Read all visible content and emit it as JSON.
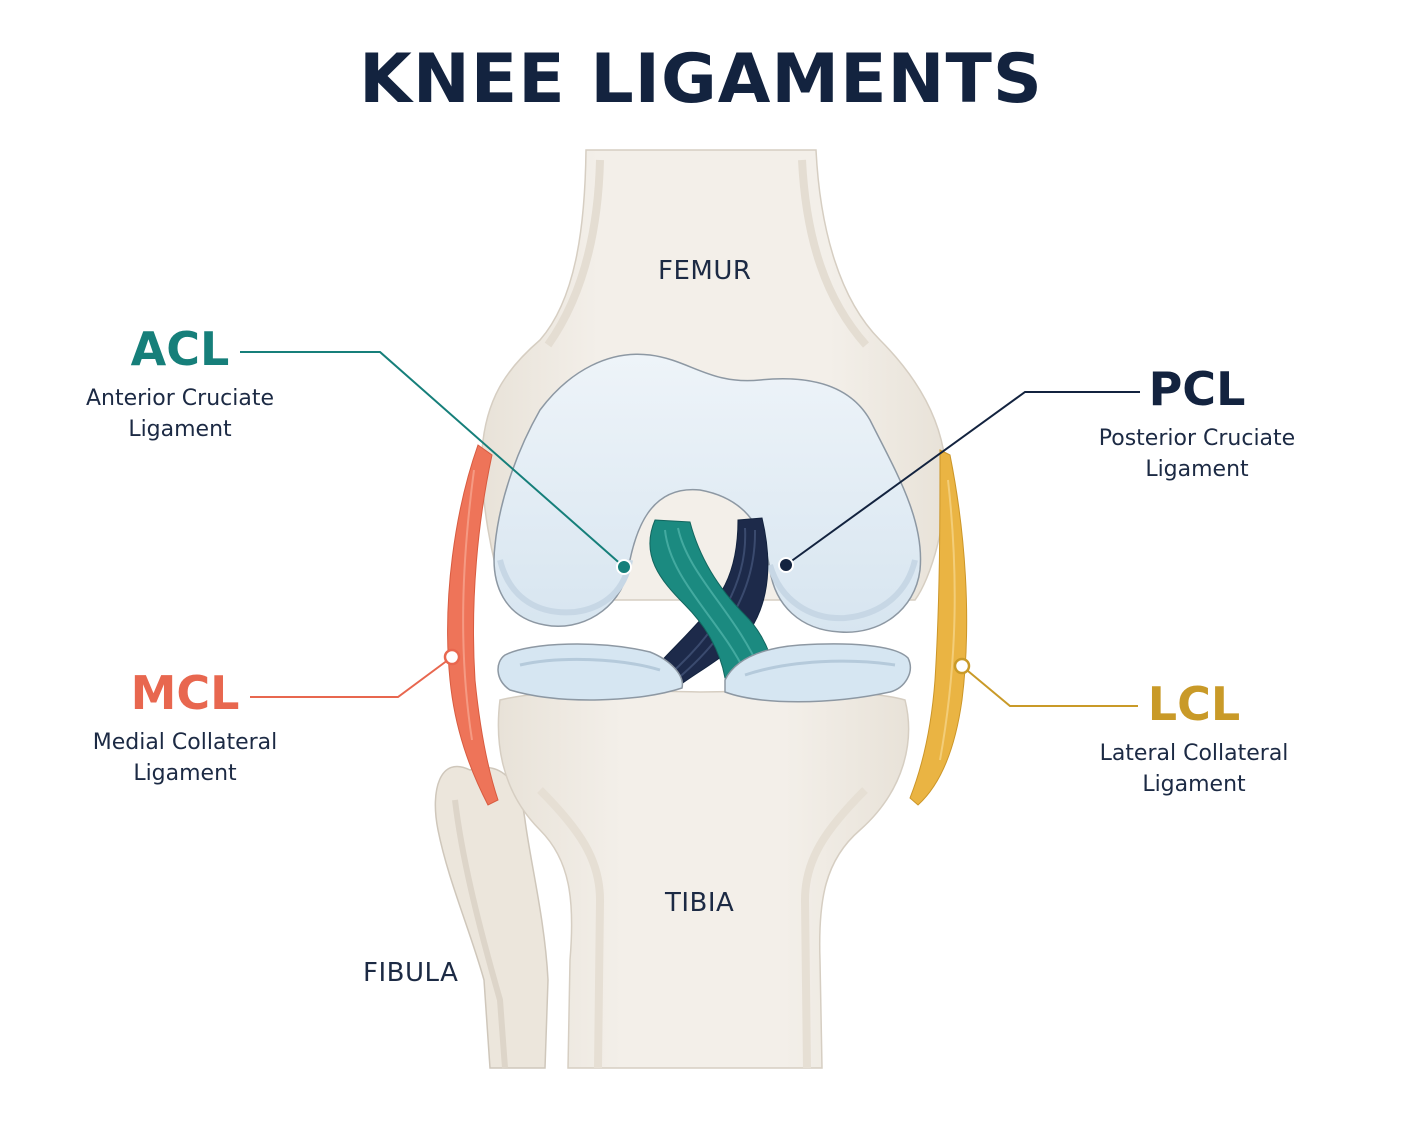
{
  "title": "KNEE LIGAMENTS",
  "bones": {
    "femur": "FEMUR",
    "tibia": "TIBIA",
    "fibula": "FIBULA"
  },
  "ligaments": {
    "acl": {
      "abbr": "ACL",
      "line1": "Anterior Cruciate",
      "line2": "Ligament",
      "color": "#167f7a"
    },
    "pcl": {
      "abbr": "PCL",
      "line1": "Posterior Cruciate",
      "line2": "Ligament",
      "color": "#13233f"
    },
    "mcl": {
      "abbr": "MCL",
      "line1": "Medial Collateral",
      "line2": "Ligament",
      "color": "#e8674f"
    },
    "lcl": {
      "abbr": "LCL",
      "line1": "Lateral Collateral",
      "line2": "Ligament",
      "color": "#c99a28"
    }
  },
  "colors": {
    "bone": "#f1ede6",
    "bone_shade": "#e6e0d6",
    "cartilage": "#e3edf5",
    "meniscus": "#d4e4f0",
    "outline": "#8d98a3"
  }
}
